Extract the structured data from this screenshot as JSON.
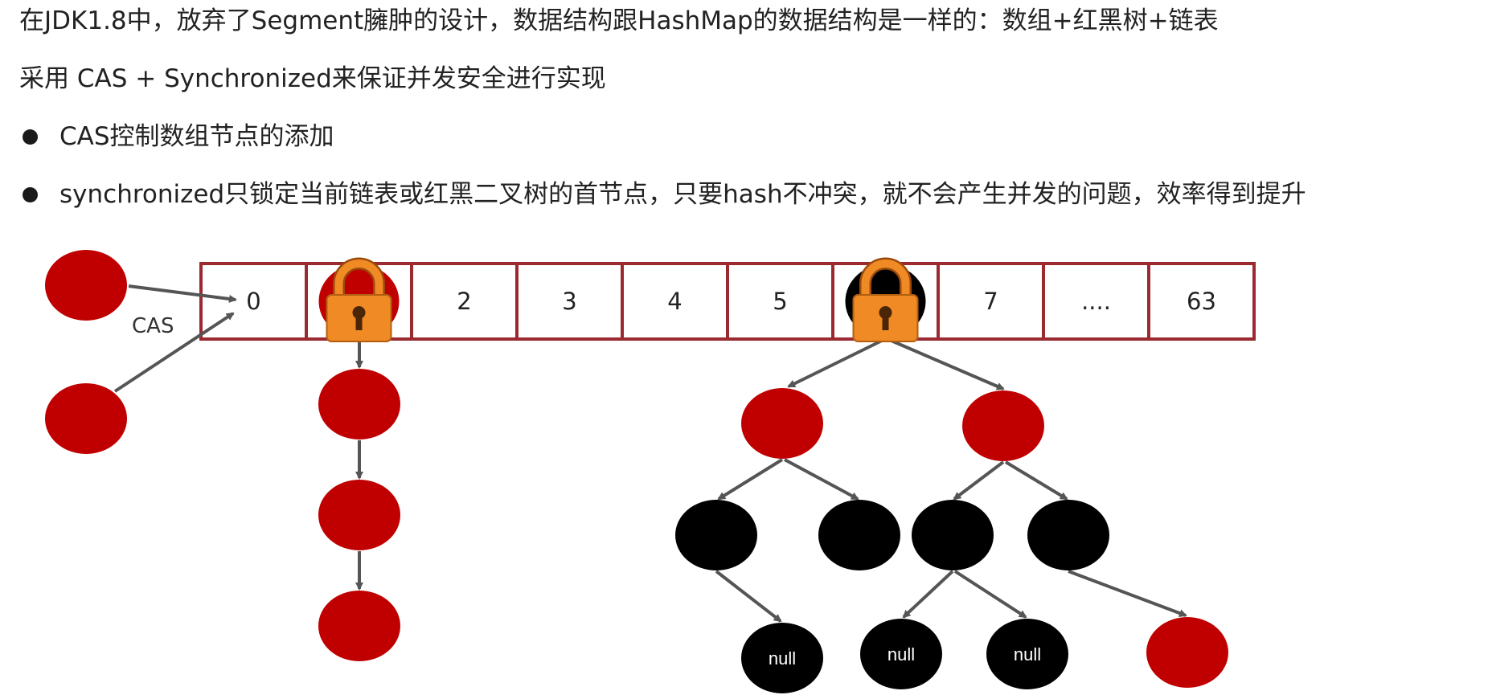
{
  "text": {
    "line1": "在JDK1.8中，放弃了Segment臃肿的设计，数据结构跟HashMap的数据结构是一样的：数组+红黑树+链表",
    "line2": "采用 CAS + Synchronized来保证并发安全进行实现",
    "bullet1": "CAS控制数组节点的添加",
    "bullet2": "synchronized只锁定当前链表或红黑二叉树的首节点，只要hash不冲突，就不会产生并发的问题，效率得到提升"
  },
  "diagram": {
    "cas_label": "CAS",
    "array_cells": [
      {
        "label": "0"
      },
      {
        "label": "",
        "lock": true,
        "node": "red"
      },
      {
        "label": "2"
      },
      {
        "label": "3"
      },
      {
        "label": "4"
      },
      {
        "label": "5"
      },
      {
        "label": "",
        "lock": true,
        "node": "black"
      },
      {
        "label": "7"
      },
      {
        "label": "...."
      },
      {
        "label": "63"
      }
    ],
    "null_label": "null",
    "colors": {
      "red_node": "#c00000",
      "black_node": "#000000",
      "array_border": "#9b2a30",
      "lock_body": "#f08a24",
      "arrow": "#555555"
    }
  }
}
